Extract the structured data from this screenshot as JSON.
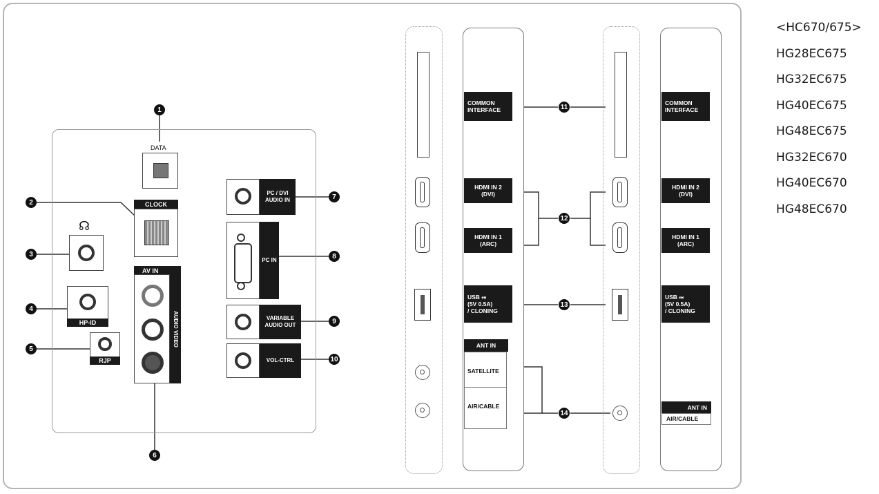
{
  "left_panel": {
    "data_label": "DATA",
    "clock_label": "CLOCK",
    "hpid_label": "HP-ID",
    "rjp_label": "RJP",
    "avin_label": "AV IN",
    "av_side_label": "AUDIO  VIDEO",
    "pc_dvi_audio_label": "PC / DVI\nAUDIO IN",
    "pc_in_label": "PC IN",
    "variable_audio_label": "VARIABLE\nAUDIO OUT",
    "vol_ctrl_label": "VOL-CTRL"
  },
  "callouts": [
    "1",
    "2",
    "3",
    "4",
    "5",
    "6",
    "7",
    "8",
    "9",
    "10",
    "11",
    "12",
    "13",
    "14"
  ],
  "right_panel": {
    "common_interface": "COMMON\nINTERFACE",
    "hdmi2": "HDMI IN 2\n(DVI)",
    "hdmi1": "HDMI IN 1\n(ARC)",
    "usb": "USB ⬾\n(5V 0.5A)\n/ CLONING",
    "ant_in": "ANT IN",
    "satellite": "SATELLITE",
    "air_cable": "AIR/CABLE"
  },
  "models": {
    "header": "<HC670/675>",
    "items": [
      "HG28EC675",
      "HG32EC675",
      "HG40EC675",
      "HG48EC675",
      "HG32EC670",
      "HG40EC670",
      "HG48EC670"
    ]
  }
}
